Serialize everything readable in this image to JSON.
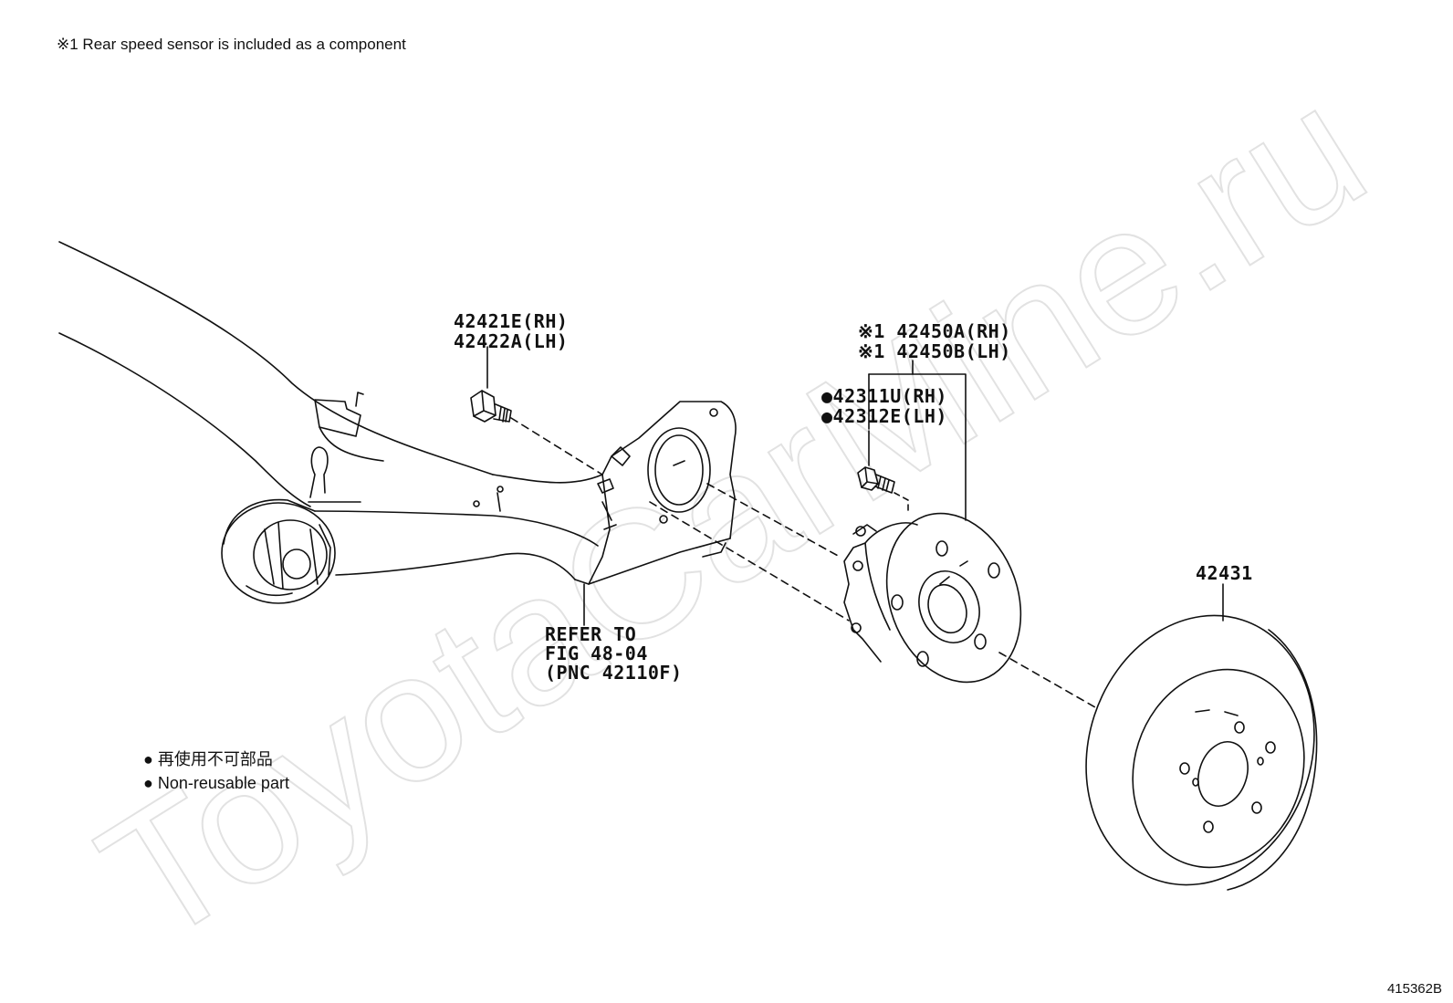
{
  "note": "※1 Rear speed sensor is included as a component",
  "parts": {
    "bolt_rh": "42421E(RH)",
    "bolt_lh": "42422A(LH)",
    "hub_rh": "※1 42450A(RH)",
    "hub_lh": "※1 42450B(LH)",
    "stud_rh": "●42311U(RH)",
    "stud_lh": "●42312E(LH)",
    "disc": "42431"
  },
  "refer": {
    "line1": "REFER TO",
    "line2": "FIG 48-04",
    "line3": "(PNC 42110F)"
  },
  "legend": {
    "jp": "● 再使用不可部品",
    "en": "● Non-reusable part"
  },
  "watermark": "ToyotaCarMine.ru",
  "figure_id": "415362B"
}
